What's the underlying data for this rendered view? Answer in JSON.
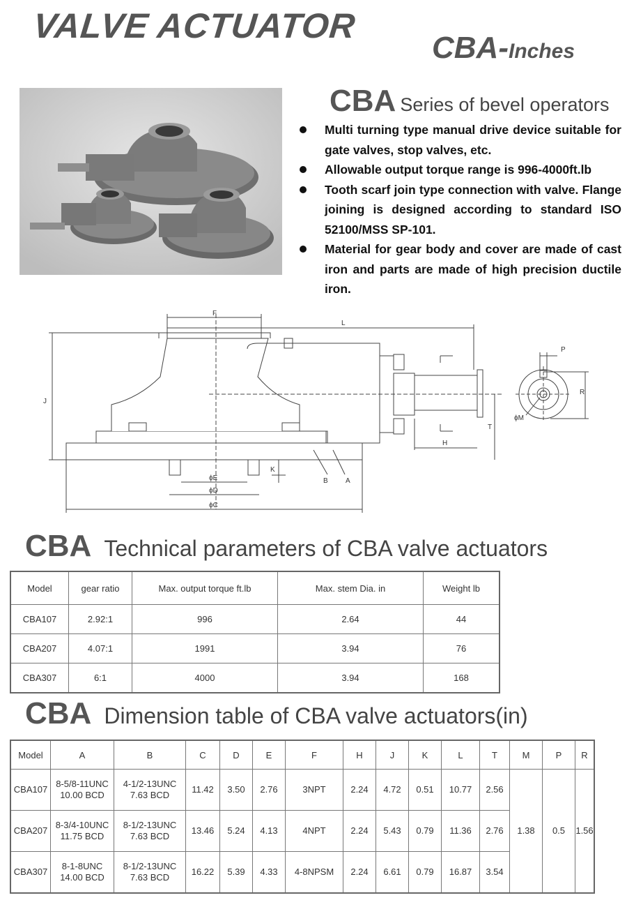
{
  "header": {
    "title": "VALVE ACTUATOR",
    "subtitle_main": "CBA-",
    "subtitle_small": "Inches"
  },
  "intro": {
    "series_code": "CBA",
    "series_text": "Series of bevel operators",
    "bullets": [
      "Multi turning type manual drive device suitable for gate valves, stop valves, etc.",
      "Allowable output torque range is 996-4000ft.lb",
      "Tooth scarf join type connection with valve. Flange joining is designed according to standard ISO 52100/MSS SP-101.",
      "Material for gear body and cover are made of cast iron and parts are made of high precision ductile iron."
    ]
  },
  "drawing_labels": {
    "F": "F",
    "L": "L",
    "J": "J",
    "K": "K",
    "E": "ϕE",
    "D": "ϕD",
    "C": "ϕC",
    "B": "B",
    "A": "A",
    "H": "H",
    "T": "T",
    "P": "P",
    "R": "R",
    "M": "ϕM"
  },
  "tech": {
    "code": "CBA",
    "title": "Technical parameters of CBA valve actuators",
    "headers": [
      "Model",
      "gear ratio",
      "Max. output torque ft.lb",
      "Max. stem Dia. in",
      "Weight lb"
    ],
    "rows": [
      [
        "CBA107",
        "2.92:1",
        "996",
        "2.64",
        "44"
      ],
      [
        "CBA207",
        "4.07:1",
        "1991",
        "3.94",
        "76"
      ],
      [
        "CBA307",
        "6:1",
        "4000",
        "3.94",
        "168"
      ]
    ]
  },
  "dim": {
    "code": "CBA",
    "title": "Dimension table of CBA valve actuators(in)",
    "headers": [
      "Model",
      "A",
      "B",
      "C",
      "D",
      "E",
      "F",
      "H",
      "J",
      "K",
      "L",
      "T",
      "M",
      "P",
      "R"
    ],
    "rows": [
      {
        "model": "CBA107",
        "A1": "8-5/8-11UNC",
        "A2": "10.00 BCD",
        "B1": "4-1/2-13UNC",
        "B2": "7.63 BCD",
        "C": "11.42",
        "D": "3.50",
        "E": "2.76",
        "F": "3NPT",
        "H": "2.24",
        "J": "4.72",
        "K": "0.51",
        "L": "10.77",
        "T": "2.56"
      },
      {
        "model": "CBA207",
        "A1": "8-3/4-10UNC",
        "A2": "11.75 BCD",
        "B1": "8-1/2-13UNC",
        "B2": "7.63 BCD",
        "C": "13.46",
        "D": "5.24",
        "E": "4.13",
        "F": "4NPT",
        "H": "2.24",
        "J": "5.43",
        "K": "0.79",
        "L": "11.36",
        "T": "2.76"
      },
      {
        "model": "CBA307",
        "A1": "8-1-8UNC",
        "A2": "14.00 BCD",
        "B1": "8-1/2-13UNC",
        "B2": "7.63 BCD",
        "C": "16.22",
        "D": "5.39",
        "E": "4.33",
        "F": "4-8NPSM",
        "H": "2.24",
        "J": "6.61",
        "K": "0.79",
        "L": "16.87",
        "T": "3.54"
      }
    ],
    "shared": {
      "M": "1.38",
      "P": "0.5",
      "R": "1.56"
    }
  }
}
